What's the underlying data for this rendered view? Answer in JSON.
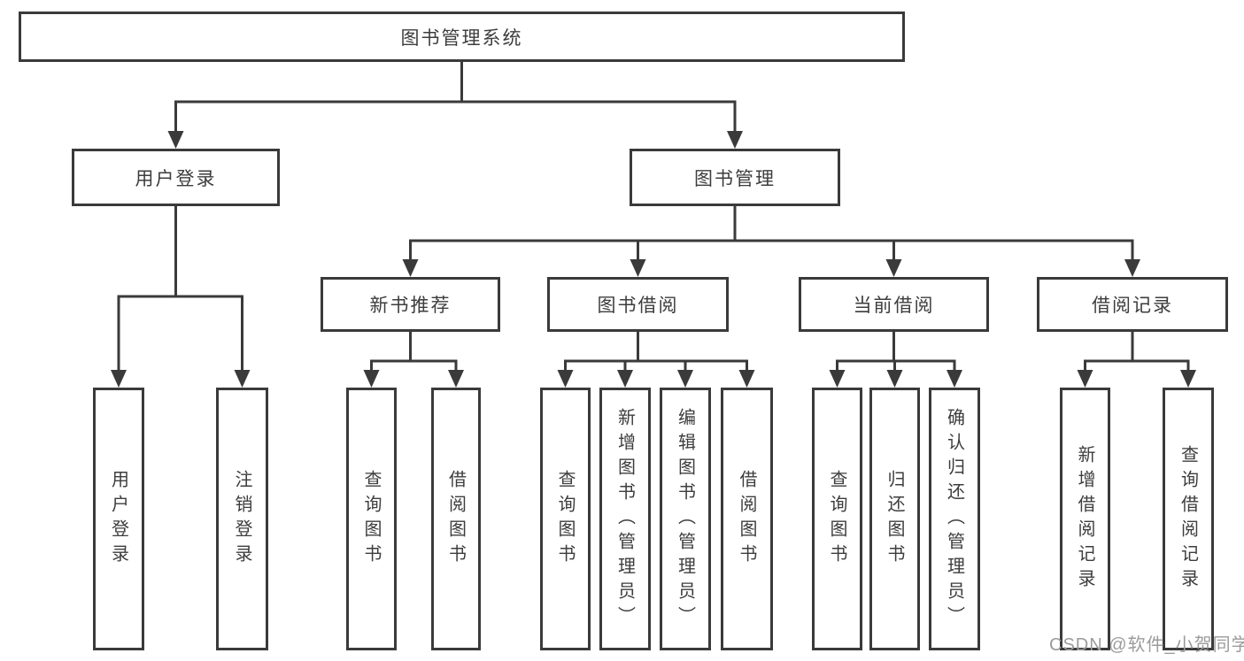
{
  "diagram_title": "图书管理系统",
  "nodes": {
    "root": {
      "label": "图书管理系统"
    },
    "user_login": {
      "label": "用户登录"
    },
    "book_mgmt": {
      "label": "图书管理"
    },
    "new_book_rec": {
      "label": "新书推荐"
    },
    "book_borrow": {
      "label": "图书借阅"
    },
    "current_borrow": {
      "label": "当前借阅"
    },
    "borrow_records": {
      "label": "借阅记录"
    },
    "leaf_user_login": {
      "label": "用户登录"
    },
    "leaf_logout": {
      "label": "注销登录"
    },
    "leaf_nbr_query": {
      "label": "查询图书"
    },
    "leaf_nbr_borrow": {
      "label": "借阅图书"
    },
    "leaf_bb_query": {
      "label": "查询图书"
    },
    "leaf_bb_add": {
      "label": "新增图书（管理员）"
    },
    "leaf_bb_edit": {
      "label": "编辑图书（管理员）"
    },
    "leaf_bb_borrow": {
      "label": "借阅图书"
    },
    "leaf_cb_query": {
      "label": "查询图书"
    },
    "leaf_cb_return": {
      "label": "归还图书"
    },
    "leaf_cb_confirm": {
      "label": "确认归还（管理员）"
    },
    "leaf_br_add": {
      "label": "新增借阅记录"
    },
    "leaf_br_query": {
      "label": "查询借阅记录"
    }
  },
  "hierarchy": {
    "图书管理系统": {
      "用户登录": [
        "用户登录",
        "注销登录"
      ],
      "图书管理": {
        "新书推荐": [
          "查询图书",
          "借阅图书"
        ],
        "图书借阅": [
          "查询图书",
          "新增图书（管理员）",
          "编辑图书（管理员）",
          "借阅图书"
        ],
        "当前借阅": [
          "查询图书",
          "归还图书",
          "确认归还（管理员）"
        ],
        "借阅记录": [
          "新增借阅记录",
          "查询借阅记录"
        ]
      }
    }
  },
  "watermark": {
    "text": "CSDN @软件_小贺同学"
  },
  "colors": {
    "line": "#3a3a3a",
    "box_border": "#3a3a3a",
    "text": "#3d3d3d",
    "watermark": "#9b9b9b",
    "background": "#ffffff"
  }
}
